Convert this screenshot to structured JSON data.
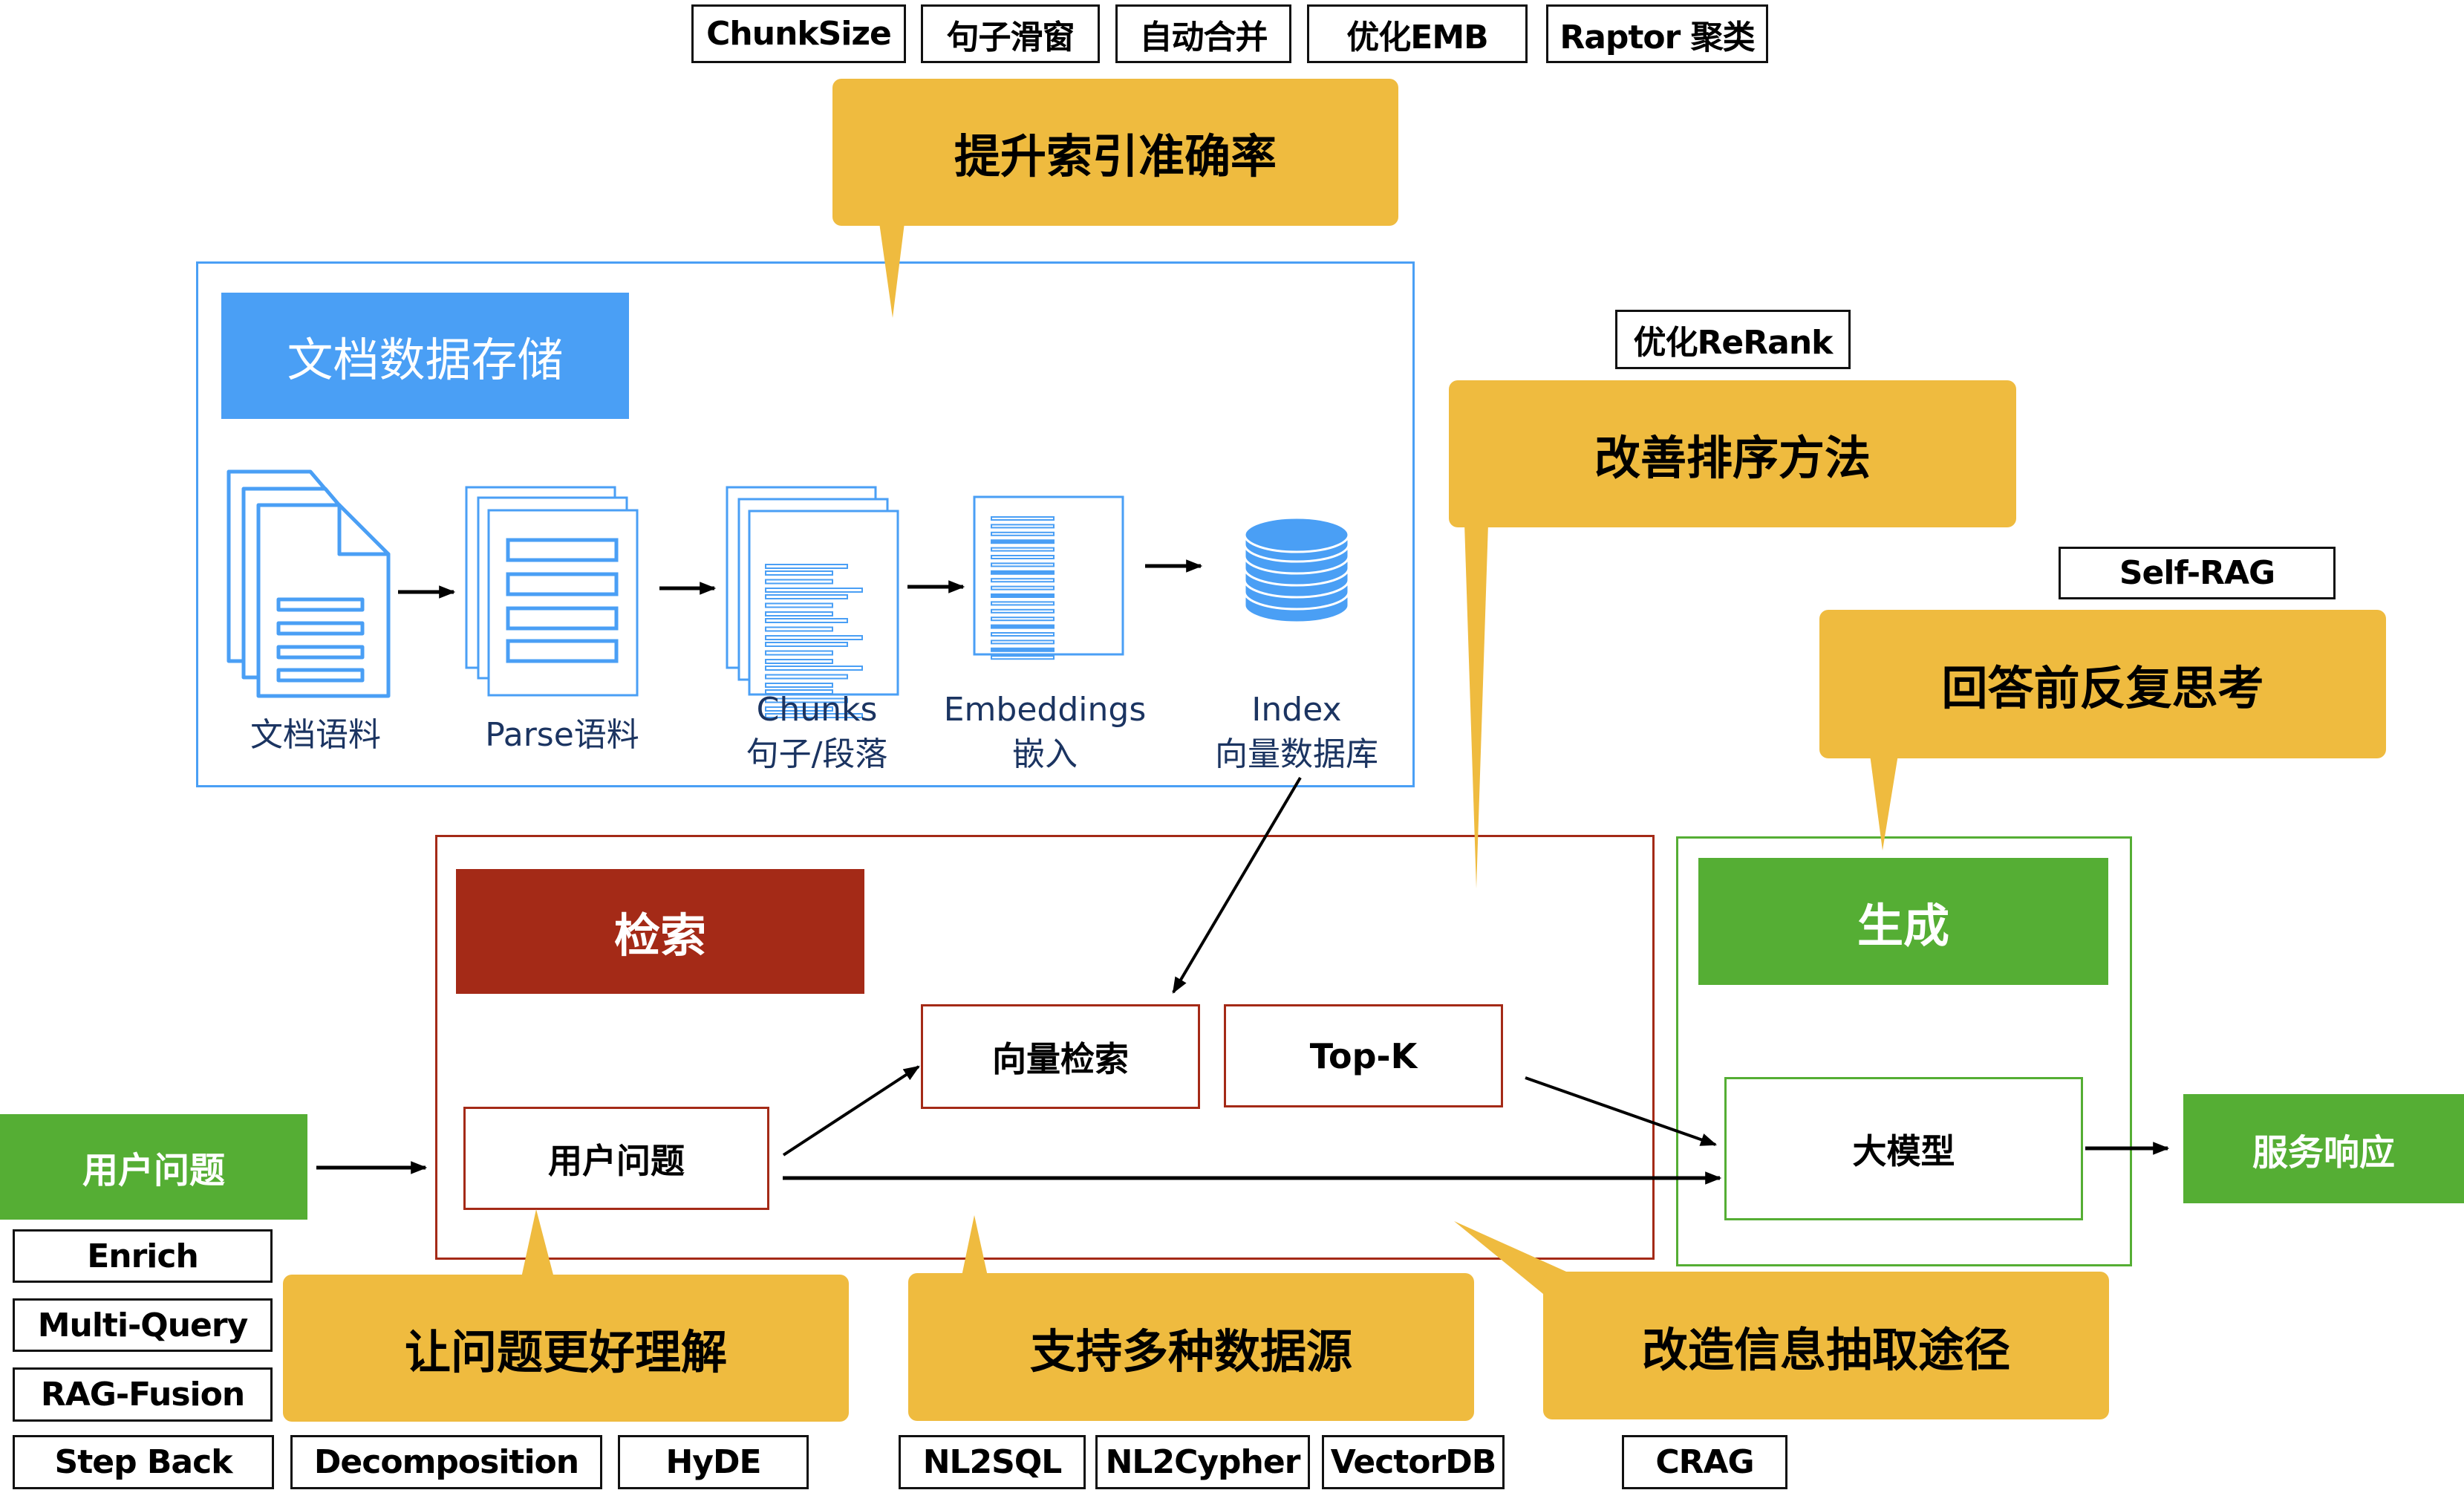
{
  "colors": {
    "callout": "#EFBB3F",
    "storage_blue": "#4A9FF5",
    "retrieval_red": "#A42A17",
    "generation_green": "#55AE34",
    "label_navy": "#1B3461"
  },
  "top_tags": [
    "ChunkSize",
    "句子滑窗",
    "自动合并",
    "优化EMB",
    "Raptor 聚类"
  ],
  "callouts": {
    "index_accuracy": "提升索引准确率",
    "rerank": "改善排序方法",
    "self_reflect": "回答前反复思考",
    "query_understanding": "让问题更好理解",
    "data_sources": "支持多种数据源",
    "extraction": "改造信息抽取途径"
  },
  "tags": {
    "rerank": "优化ReRank",
    "self_rag": "Self-RAG",
    "query_left": [
      "Enrich",
      "Multi-Query",
      "RAG-Fusion"
    ],
    "query_bottom": [
      "Step Back",
      "Decomposition",
      "HyDE"
    ],
    "data_sources": [
      "NL2SQL",
      "NL2Cypher",
      "VectorDB"
    ],
    "crag": "CRAG"
  },
  "storage": {
    "title": "文档数据存储",
    "steps": [
      {
        "icon": "documents-icon",
        "line1": "文档语料",
        "line2": ""
      },
      {
        "icon": "parsed-docs-icon",
        "line1": "Parse语料",
        "line2": ""
      },
      {
        "icon": "chunks-icon",
        "line1": "Chunks",
        "line2": "句子/段落"
      },
      {
        "icon": "embeddings-icon",
        "line1": "Embeddings",
        "line2": "嵌入"
      },
      {
        "icon": "database-icon",
        "line1": "Index",
        "line2": "向量数据库"
      }
    ]
  },
  "retrieval": {
    "title": "检索",
    "user_question": "用户问题",
    "vector_search": "向量检索",
    "top_k": "Top-K"
  },
  "generation": {
    "title": "生成",
    "llm": "大模型"
  },
  "input": {
    "user_question": "用户问题"
  },
  "output": {
    "service_response": "服务响应"
  }
}
